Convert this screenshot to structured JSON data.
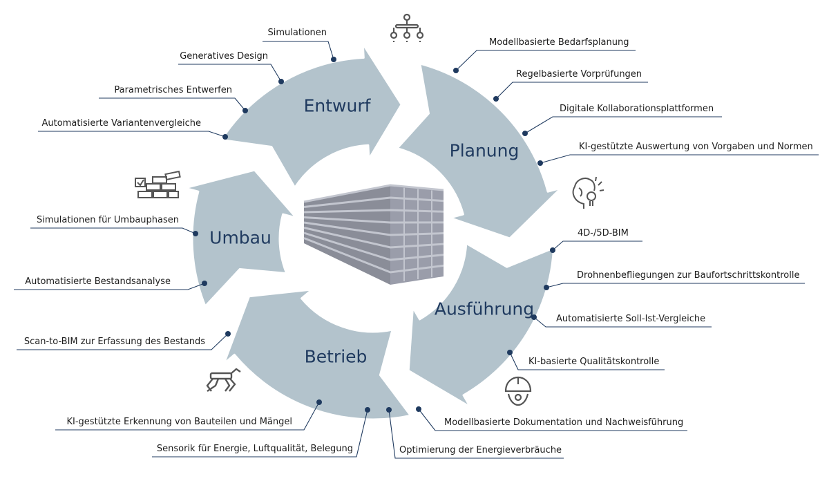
{
  "colors": {
    "ring": "#b3c3cc",
    "stage_text": "#1f3a5f",
    "leader": "#1f3a5f",
    "icon": "#555555"
  },
  "stages": [
    "Entwurf",
    "Planung",
    "Ausführung",
    "Betrieb",
    "Umbau"
  ],
  "labels": {
    "entwurf": [
      "Simulationen",
      "Generatives Design",
      "Parametrisches Entwerfen",
      "Automatisierte Variantenvergleiche"
    ],
    "planung": [
      "Modellbasierte Bedarfsplanung",
      "Regelbasierte Vorprüfungen",
      "Digitale Kollaborationsplattformen",
      "KI-gestützte Auswertung von Vorgaben und Normen"
    ],
    "ausfuehrung": [
      "4D-/5D-BIM",
      "Drohnenbefliegungen zur Baufortschrittskontrolle",
      "Automatisierte Soll-Ist-Vergleiche",
      "KI-basierte Qualitätskontrolle"
    ],
    "betrieb": [
      "Modellbasierte Dokumentation und Nachweisführung",
      "Optimierung der Energieverbräuche",
      "Sensorik für Energie, Luftqualität, Belegung",
      "KI-gestützte Erkennung von Bauteilen und Mängel"
    ],
    "umbau": [
      "Scan-to-BIM zur Erfassung des Bestands",
      "Automatisierte Bestandsanalyse",
      "Simulationen für Umbauphasen"
    ]
  },
  "icons": [
    "hierarchy-icon",
    "brain-idea-icon",
    "hard-hat-gear-icon",
    "robot-dog-icon",
    "bricks-checklist-icon"
  ]
}
